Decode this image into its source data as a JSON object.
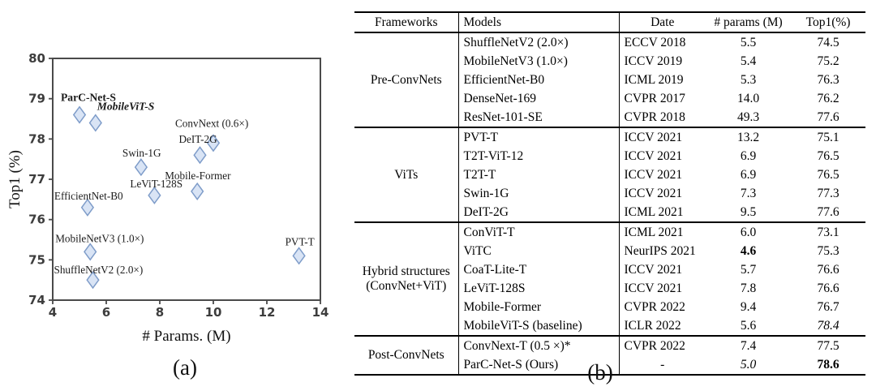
{
  "chart_data": [
    {
      "type": "scatter",
      "panel_caption": "(a)",
      "title": "",
      "xlabel": "# Params. (M)",
      "ylabel": "Top1 (%)",
      "xlim": [
        4,
        14
      ],
      "ylim": [
        74,
        80
      ],
      "xticks": [
        4,
        6,
        8,
        10,
        12,
        14
      ],
      "yticks": [
        74,
        75,
        76,
        77,
        78,
        79,
        80
      ],
      "grid": false,
      "legend": "none",
      "marker": {
        "shape": "diamond",
        "fill": "#d9e4f5",
        "stroke": "#7e9cc9"
      },
      "points": [
        {
          "label": "ParC-Net-S",
          "x": 5.0,
          "y": 78.6,
          "label_style": "bold",
          "label_dx": -23,
          "label_dy": -17
        },
        {
          "label": "MobileViT-S",
          "x": 5.6,
          "y": 78.4,
          "label_style": "italic",
          "label_dx": 2,
          "label_dy": -16
        },
        {
          "label": "ConvNext (0.6×)",
          "x": 10.0,
          "y": 77.9,
          "label_style": "normal",
          "label_dx": -47,
          "label_dy": -20
        },
        {
          "label": "DeIT-2G",
          "x": 9.5,
          "y": 77.6,
          "label_style": "normal",
          "label_dx": -26,
          "label_dy": -15
        },
        {
          "label": "Swin-1G",
          "x": 7.3,
          "y": 77.3,
          "label_style": "normal",
          "label_dx": -23,
          "label_dy": -13
        },
        {
          "label": "Mobile-Former",
          "x": 9.4,
          "y": 76.7,
          "label_style": "normal",
          "label_dx": -40,
          "label_dy": -15
        },
        {
          "label": "LeViT-128S",
          "x": 7.8,
          "y": 76.6,
          "label_style": "normal",
          "label_dx": -30,
          "label_dy": -10
        },
        {
          "label": "EfficientNet-B0",
          "x": 5.3,
          "y": 76.3,
          "label_style": "normal",
          "label_dx": -41,
          "label_dy": -10
        },
        {
          "label": "MobileNetV3 (1.0×)",
          "x": 5.4,
          "y": 75.2,
          "label_style": "normal",
          "label_dx": -43,
          "label_dy": -12
        },
        {
          "label": "ShuffleNetV2 (2.0×)",
          "x": 5.5,
          "y": 74.5,
          "label_style": "normal",
          "label_dx": -48,
          "label_dy": -8
        },
        {
          "label": "PVT-T",
          "x": 13.2,
          "y": 75.1,
          "label_style": "normal",
          "label_dx": -17,
          "label_dy": -13
        }
      ]
    },
    {
      "type": "table",
      "panel_caption": "(b)",
      "headers": [
        "Frameworks",
        "Models",
        "Date",
        "# params (M)",
        "Top1(%)"
      ],
      "groups": [
        {
          "framework": "Pre-ConvNets",
          "rows": [
            {
              "model": "ShuffleNetV2 (2.0×)",
              "date": "ECCV 2018",
              "params": "5.5",
              "top1": "74.5"
            },
            {
              "model": "MobileNetV3 (1.0×)",
              "date": "ICCV 2019",
              "params": "5.4",
              "top1": "75.2"
            },
            {
              "model": "EfficientNet-B0",
              "date": "ICML 2019",
              "params": "5.3",
              "top1": "76.3"
            },
            {
              "model": "DenseNet-169",
              "date": "CVPR 2017",
              "params": "14.0",
              "top1": "76.2"
            },
            {
              "model": "ResNet-101-SE",
              "date": "CVPR 2018",
              "params": "49.3",
              "top1": "77.6"
            }
          ]
        },
        {
          "framework": "ViTs",
          "rows": [
            {
              "model": "PVT-T",
              "date": "ICCV 2021",
              "params": "13.2",
              "top1": "75.1"
            },
            {
              "model": "T2T-ViT-12",
              "date": "ICCV 2021",
              "params": "6.9",
              "top1": "76.5"
            },
            {
              "model": "T2T-T",
              "date": "ICCV 2021",
              "params": "6.9",
              "top1": "76.5"
            },
            {
              "model": "Swin-1G",
              "date": "ICCV 2021",
              "params": "7.3",
              "top1": "77.3"
            },
            {
              "model": "DeIT-2G",
              "date": "ICML 2021",
              "params": "9.5",
              "top1": "77.6"
            }
          ]
        },
        {
          "framework": "Hybrid structures (ConvNet+ViT)",
          "rows": [
            {
              "model": "ConViT-T",
              "date": "ICML 2021",
              "params": "6.0",
              "top1": "73.1"
            },
            {
              "model": "ViTC",
              "date": "NeurIPS 2021",
              "params": "4.6",
              "params_style": "bold",
              "top1": "75.3"
            },
            {
              "model": "CoaT-Lite-T",
              "date": "ICCV 2021",
              "params": "5.7",
              "top1": "76.6"
            },
            {
              "model": "LeViT-128S",
              "date": "ICCV 2021",
              "params": "7.8",
              "top1": "76.6"
            },
            {
              "model": "Mobile-Former",
              "date": "CVPR 2022",
              "params": "9.4",
              "top1": "76.7"
            },
            {
              "model": "MobileViT-S (baseline)",
              "date": "ICLR 2022",
              "params": "5.6",
              "top1": "78.4",
              "top1_style": "italic"
            }
          ]
        },
        {
          "framework": "Post-ConvNets",
          "rows": [
            {
              "model": "ConvNext-T (0.5 ×)*",
              "date": "CVPR 2022",
              "params": "7.4",
              "top1": "77.5"
            },
            {
              "model": "ParC-Net-S (Ours)",
              "date": "-",
              "date_align": "center",
              "params": "5.0",
              "params_style": "italic",
              "top1": "78.6",
              "top1_style": "bold"
            }
          ]
        }
      ]
    }
  ]
}
